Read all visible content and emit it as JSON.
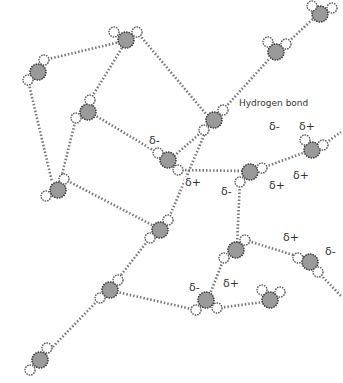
{
  "diagram": {
    "labels": [
      "Hydrogen bond",
      "δ-",
      "δ+",
      "δ-",
      "δ+",
      "δ-",
      "δ+",
      "δ+",
      "δ+",
      "δ-",
      "δ-",
      "δ+"
    ]
  }
}
